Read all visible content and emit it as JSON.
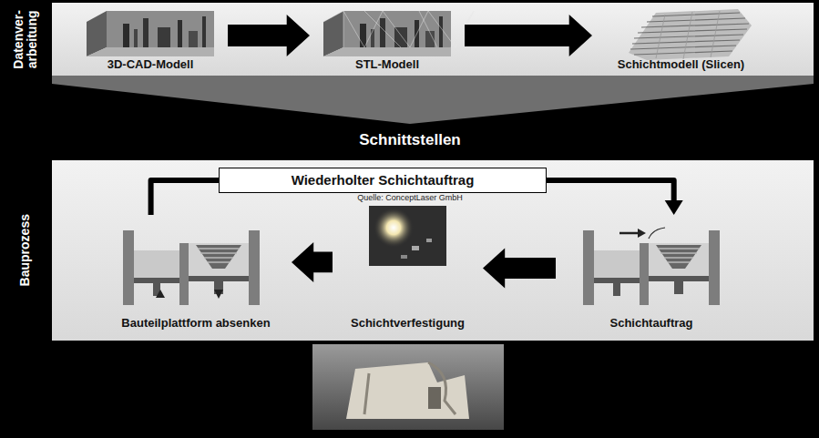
{
  "diagram": {
    "nodes": [
      {
        "text": [
          "Datenver- arbeitung"
        ]
      },
      {
        "text": [
          "3D-CAD-Modell"
        ],
        "in": 0
      },
      {
        "text": [
          "STL-Modell"
        ],
        "in": 0
      },
      {
        "text": [
          "Schichtmodell (Slicen)"
        ],
        "in": 0
      },
      {
        "text": [
          "Schnittstellen"
        ]
      },
      {
        "text": [
          "Bauprozess"
        ]
      },
      {
        "text": [
          "Wiederholter Schichtauftrag"
        ],
        "in": 5
      },
      {
        "text": [
          "Bauteilplattform absenken"
        ],
        "in": 5
      },
      {
        "text": [
          "Schichtverfestigung"
        ],
        "in": 5
      },
      {
        "text": [
          "Schichtauftrag"
        ],
        "in": 5
      }
    ],
    "edges": [
      {
        "from": 1,
        "to": 2,
        "arrow": "to"
      },
      {
        "from": 2,
        "to": 3,
        "arrow": "to"
      },
      {
        "from": 9,
        "to": 8,
        "arrow": "to"
      },
      {
        "from": 8,
        "to": 7,
        "arrow": "to"
      },
      {
        "from": 7,
        "to": 6,
        "arrow": "none"
      },
      {
        "from": 6,
        "to": 9,
        "arrow": "to"
      }
    ],
    "labels": [
      "Quelle: ConceptLaser GmbH"
    ]
  }
}
